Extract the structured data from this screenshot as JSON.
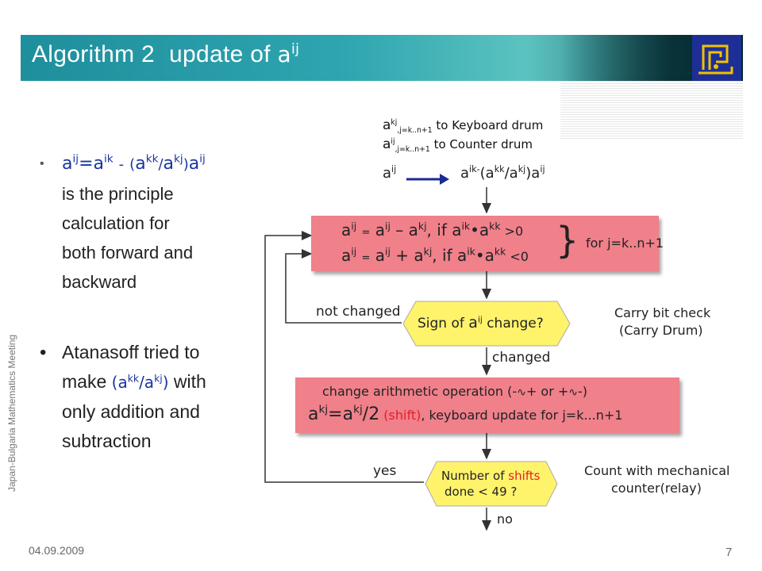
{
  "title": {
    "prefix": "Algorithm 2",
    "suffix": "update of ",
    "var": "a",
    "var_sup": "ij"
  },
  "side_label": "Japan-Bulgaria Mathematics Meeting",
  "footer": {
    "date": "04.09.2009",
    "page": "7"
  },
  "bullets": [
    {
      "mark": "•",
      "line1_text": " is the principle",
      "lines": [
        "calculation for",
        "both forward and",
        "backward"
      ]
    },
    {
      "mark": "•",
      "lead": " Atanasoff tried to",
      "make": "make ",
      "with": " with",
      "lines": [
        "only addition and",
        "subtraction"
      ]
    }
  ],
  "top_notes": {
    "line1": {
      "var": "a",
      "sup": "kj",
      "sub": ",j=k..n+1",
      "text": " to Keyboard drum"
    },
    "line2": {
      "var": "a",
      "sup": "ij",
      "sub": ",j=k..n+1",
      "text": " to Counter drum"
    }
  },
  "flow": {
    "box1": {
      "row1_cond": ", if a",
      "row1_tail": " >0",
      "row2_tail": " <0",
      "brace_text": "for j=k..n+1"
    },
    "hex1": {
      "text": "Sign of ",
      "tail": " change?"
    },
    "not_changed": "not changed",
    "changed": "changed",
    "carry_note": [
      "Carry bit check",
      "(Carry Drum)"
    ],
    "box2": {
      "line1_a": "change arithmetic operation (-",
      "line1_b": "+ or +",
      "line1_c": "-)",
      "line2_shift": "(shift)",
      "line2_tail": ", keyboard update for j=k...n+1"
    },
    "hex2": {
      "line1_a": "Number of ",
      "line1_shift": "shifts",
      "line2": "done < 49 ?"
    },
    "yes": "yes",
    "no": "no",
    "count_note": [
      "Count with mechanical",
      "counter(relay)"
    ]
  },
  "colors": {
    "box_fill": "#f0808a",
    "hex_fill": "#fff36b",
    "accent_red": "#e0202a",
    "title_teal": "#2ea5b0"
  }
}
